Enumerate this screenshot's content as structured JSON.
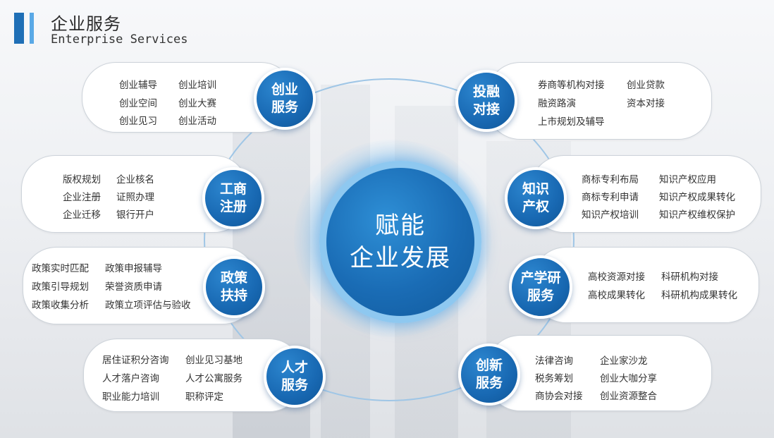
{
  "header": {
    "title_cn": "企业服务",
    "title_en": "Enterprise Services"
  },
  "center": {
    "line1": "赋能",
    "line2": "企业发展"
  },
  "colors": {
    "node_blue": "#1868b2",
    "accent_light_blue": "#5aa9e6",
    "accent_dark_blue": "#1f6fb6"
  },
  "nodes": {
    "startup": {
      "line1": "创业",
      "line2": "服务",
      "items": [
        "创业辅导",
        "创业培训",
        "创业空间",
        "创业大赛",
        "创业见习",
        "创业活动"
      ]
    },
    "business": {
      "line1": "工商",
      "line2": "注册",
      "items": [
        "版权规划",
        "企业核名",
        "企业注册",
        "证照办理",
        "企业迁移",
        "银行开户"
      ]
    },
    "policy": {
      "line1": "政策",
      "line2": "扶持",
      "items": [
        "政策实时匹配",
        "政策申报辅导",
        "政策引导规划",
        "荣誉资质申请",
        "政策收集分析",
        "政策立项评估与验收"
      ]
    },
    "talent": {
      "line1": "人才",
      "line2": "服务",
      "items": [
        "居住证积分咨询",
        "创业见习基地",
        "人才落户咨询",
        "人才公寓服务",
        "职业能力培训",
        "职称评定"
      ]
    },
    "finance": {
      "line1": "投融",
      "line2": "对接",
      "items": [
        "券商等机构对接",
        "创业贷款",
        "融资路演",
        "资本对接",
        "上市规划及辅导"
      ]
    },
    "ip": {
      "line1": "知识",
      "line2": "产权",
      "items": [
        "商标专利布局",
        "知识产权应用",
        "商标专利申请",
        "知识产权成果转化",
        "知识产权培训",
        "知识产权维权保护"
      ]
    },
    "research": {
      "line1": "产学研",
      "line2": "服务",
      "items": [
        "高校资源对接",
        "科研机构对接",
        "高校成果转化",
        "科研机构成果转化"
      ]
    },
    "innovation": {
      "line1": "创新",
      "line2": "服务",
      "items": [
        "法律咨询",
        "企业家沙龙",
        "税务筹划",
        "创业大咖分享",
        "商协会对接",
        "创业资源整合"
      ]
    }
  }
}
